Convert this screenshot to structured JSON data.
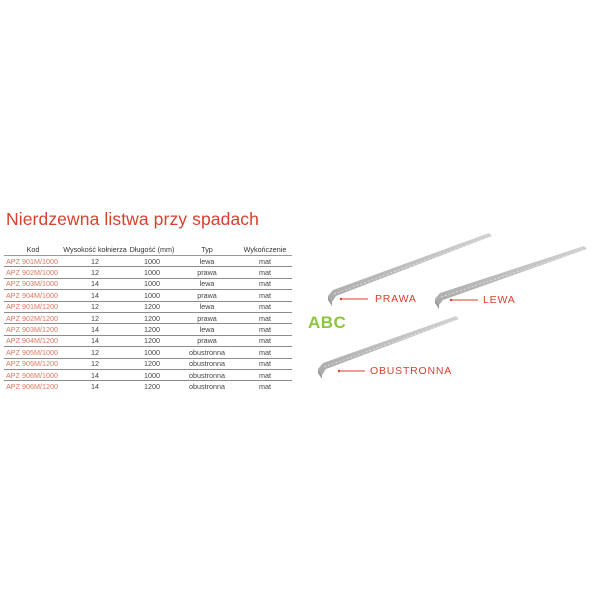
{
  "title": "Nierdzewna listwa przy spadach",
  "table": {
    "headers": [
      "Kod",
      "Wysokość kołnierza",
      "Długość (mm)",
      "Typ",
      "Wykończenie"
    ],
    "rows": [
      {
        "kod": "APZ 901M/1000",
        "wysokosc": "12",
        "dlugosc": "1000",
        "typ": "lewa",
        "wykonczenie": "mat"
      },
      {
        "kod": "APZ 902M/1000",
        "wysokosc": "12",
        "dlugosc": "1000",
        "typ": "prawa",
        "wykonczenie": "mat"
      },
      {
        "kod": "APZ 903M/1000",
        "wysokosc": "14",
        "dlugosc": "1000",
        "typ": "lewa",
        "wykonczenie": "mat"
      },
      {
        "kod": "APZ 904M/1000",
        "wysokosc": "14",
        "dlugosc": "1000",
        "typ": "prawa",
        "wykonczenie": "mat"
      },
      {
        "kod": "APZ 901M/1200",
        "wysokosc": "12",
        "dlugosc": "1200",
        "typ": "lewa",
        "wykonczenie": "mat"
      },
      {
        "kod": "APZ 902M/1200",
        "wysokosc": "12",
        "dlugosc": "1200",
        "typ": "prawa",
        "wykonczenie": "mat"
      },
      {
        "kod": "APZ 903M/1200",
        "wysokosc": "14",
        "dlugosc": "1200",
        "typ": "lewa",
        "wykonczenie": "mat"
      },
      {
        "kod": "APZ 904M/1200",
        "wysokosc": "14",
        "dlugosc": "1200",
        "typ": "prawa",
        "wykonczenie": "mat"
      },
      {
        "kod": "APZ 905M/1000",
        "wysokosc": "12",
        "dlugosc": "1000",
        "typ": "obustronna",
        "wykonczenie": "mat"
      },
      {
        "kod": "APZ 905M/1200",
        "wysokosc": "12",
        "dlugosc": "1200",
        "typ": "obustronna",
        "wykonczenie": "mat"
      },
      {
        "kod": "APZ 906M/1000",
        "wysokosc": "14",
        "dlugosc": "1000",
        "typ": "obustronna",
        "wykonczenie": "mat"
      },
      {
        "kod": "APZ 906M/1200",
        "wysokosc": "14",
        "dlugosc": "1200",
        "typ": "obustronna",
        "wykonczenie": "mat"
      }
    ]
  },
  "illustrations": {
    "labels": {
      "prawa": "PRAWA",
      "lewa": "LEWA",
      "obustronna": "OBUSTRONNA"
    }
  },
  "watermark": {
    "text": "ABC",
    "sub": "...",
    "color": "#8cc63f"
  },
  "colors": {
    "accent": "#d8402e",
    "code": "#e0775f",
    "profile": "#b8b8b8"
  }
}
